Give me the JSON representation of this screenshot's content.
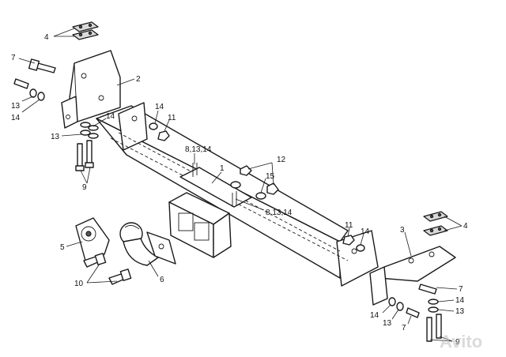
{
  "callouts": {
    "c4_top": "4",
    "c7_top": "7",
    "c2": "2",
    "c13_left": "13",
    "c14_left": "14",
    "c13_left2": "13",
    "c14_mid": "14",
    "c14_upper": "14",
    "c11_upper": "11",
    "c9_left": "9",
    "c8_13_14_top": "8,13,14",
    "c1": "1",
    "c12": "12",
    "c15": "15",
    "c8_13_14_bottom": "8,13,14",
    "c5": "5",
    "c10": "10",
    "c6": "6",
    "c11_lower": "11",
    "c14_lower": "14",
    "c3": "3",
    "c4_right": "4",
    "c7_right": "7",
    "c14_right": "14",
    "c13_right": "13",
    "c14_bottom": "14",
    "c13_bottom": "13",
    "c7_bottom": "7",
    "c9_right": "9"
  },
  "watermark": "Avito"
}
